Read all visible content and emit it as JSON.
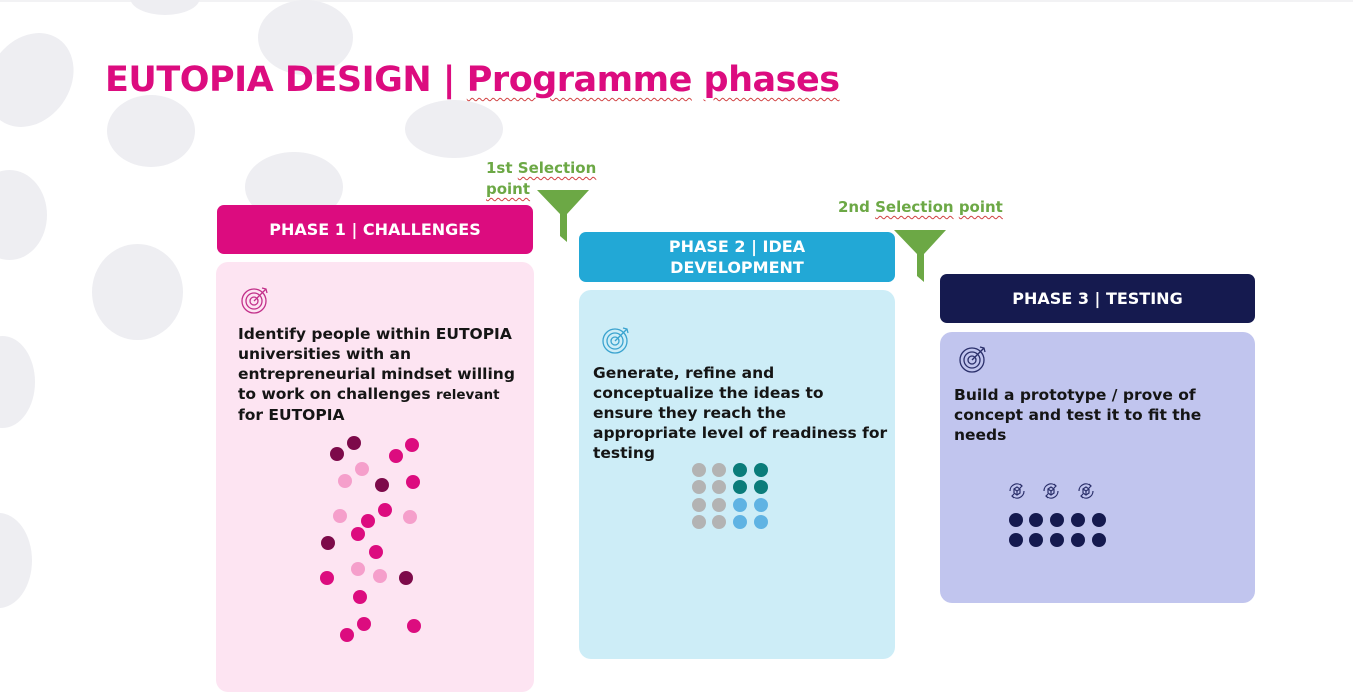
{
  "title": {
    "prefix": "EUTOPIA DESIGN | ",
    "suffix_word1": "Programme",
    "suffix_word2": "phases"
  },
  "selection_points": [
    {
      "label_word1": "1st",
      "label_word2": "Selection",
      "label_word3": "point",
      "icon": "funnel-icon"
    },
    {
      "label_word1": "2nd",
      "label_word2": "Selection",
      "label_word3": "point",
      "icon": "funnel-icon"
    }
  ],
  "phases": [
    {
      "header": "PHASE 1 | CHALLENGES",
      "icon": "target-icon",
      "description": "Identify people within EUTOPIA universities with an entrepreneurial mindset willing to work on challenges",
      "description_small": "relevant",
      "description_end": "for EUTOPIA",
      "header_color": "#dc0c7f",
      "card_color": "#fde4f2"
    },
    {
      "header_line1": "PHASE 2 | IDEA",
      "header_line2": "DEVELOPMENT",
      "icon": "target-icon",
      "description": "Generate, refine and conceptualize the ideas to ensure they reach the appropriate level of readiness for testing",
      "header_color": "#22a8d6",
      "card_color": "#cdedf7"
    },
    {
      "header": "PHASE 3 | TESTING",
      "icon": "target-icon",
      "description": "Build a prototype / prove of concept and test it  to fit the needs",
      "header_color": "#151a4f",
      "card_color": "#c1c5ee",
      "sub_icons": [
        "prototype-cycle-icon",
        "prototype-cycle-icon",
        "prototype-cycle-icon"
      ]
    }
  ],
  "colors": {
    "brand_magenta": "#dc0c7f",
    "selection_green": "#6ca845",
    "dot_dark": "#7d0a4a",
    "dot_mid": "#dc0c7f",
    "dot_light": "#f59fcb",
    "dot_grey": "#b3b3b3",
    "dot_teal": "#0a7c7a",
    "dot_blue": "#5fb3e3",
    "dot_navy": "#151a4f"
  }
}
